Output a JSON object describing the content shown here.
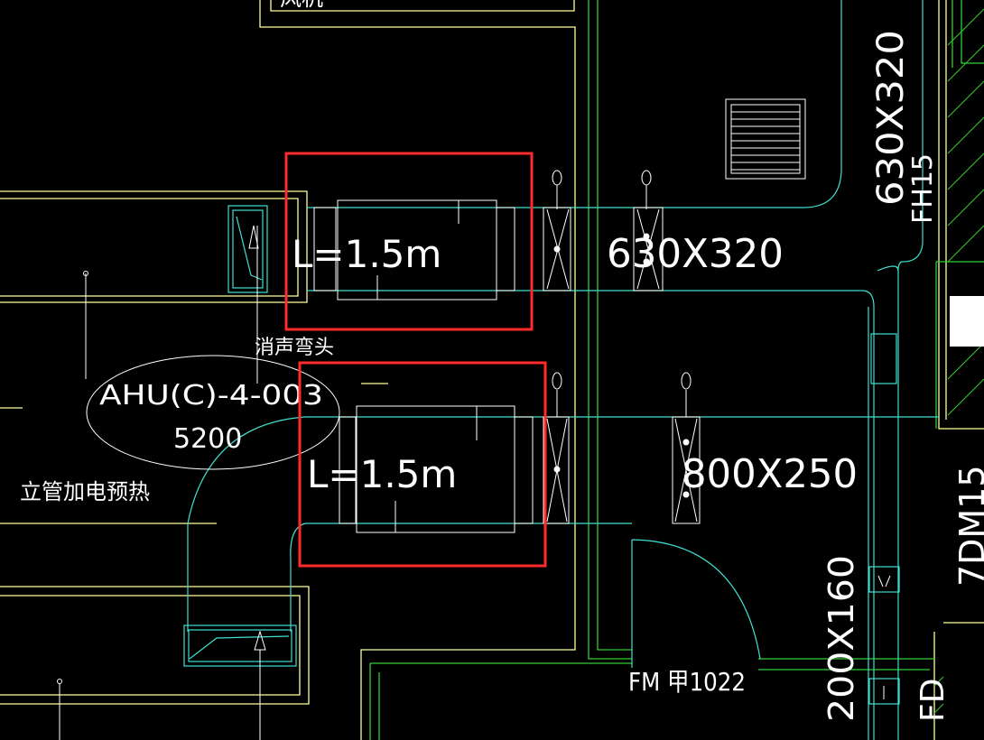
{
  "drawing": {
    "background": "#000000",
    "colors": {
      "wall": "#ffff99",
      "duct": "#40e0d0",
      "pipe_green": "#33cc33",
      "text": "#ffffff",
      "highlight": "#ff2a2a"
    }
  },
  "labels": {
    "silencer_top": "L=1.5m",
    "silencer_bottom": "L=1.5m",
    "duct_top_size": "630X320",
    "duct_bottom_size": "800X250",
    "vertical_duct_size": "630X320",
    "vertical_duct_tag": "FH15",
    "elbow_note": "消声弯头",
    "ahu_id": "AHU(C)-4-003",
    "ahu_flow": "5200",
    "preheat_note": "立管加电预热",
    "door_tag": "FM 甲1022",
    "small_duct_size": "200X160",
    "fd_tag": "FD",
    "right_tag": "7DM15",
    "top_cut_text": "风机"
  },
  "highlights": [
    {
      "target": "silencer_top"
    },
    {
      "target": "silencer_bottom"
    }
  ]
}
